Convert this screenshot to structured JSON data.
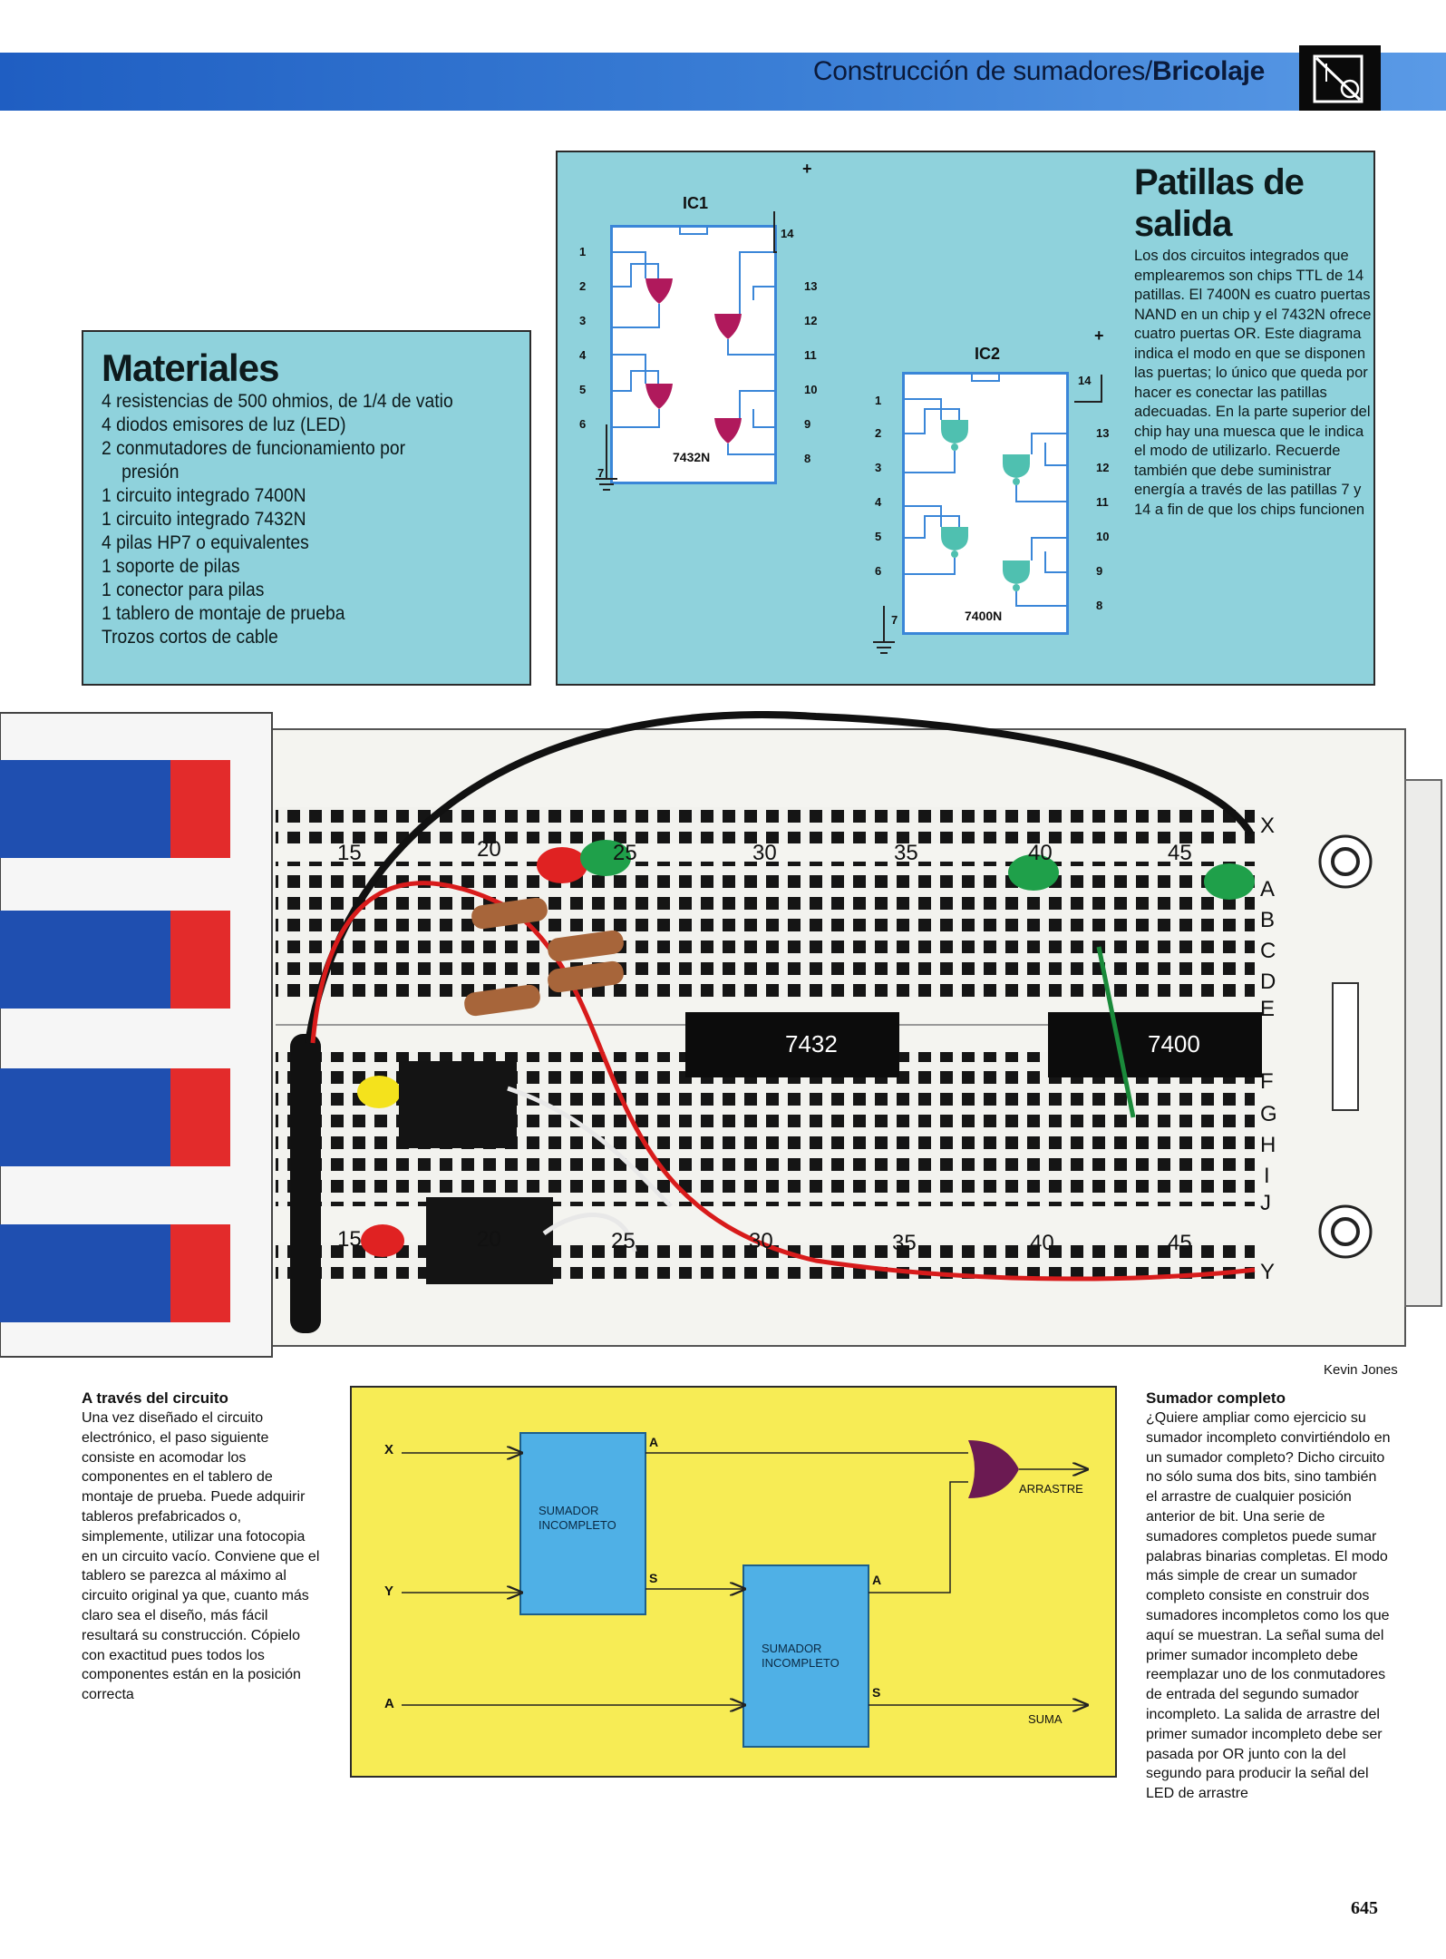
{
  "header": {
    "title_plain": "Construcción de sumadores/",
    "title_bold": "Bricolaje"
  },
  "materiales": {
    "title": "Materiales",
    "items": [
      "4 resistencias de 500 ohmios, de 1/4 de vatio",
      "4 diodos emisores de luz (LED)",
      "2  conmutadores de funcionamiento por",
      "presión",
      "1 circuito integrado 7400N",
      "1 circuito integrado 7432N",
      "4 pilas HP7 o equivalentes",
      "1 soporte de pilas",
      "1 conector para pilas",
      "1 tablero de montaje de prueba",
      "Trozos cortos de cable"
    ]
  },
  "patillas": {
    "title_line1": "Patillas de",
    "title_line2": "salida",
    "text": "Los dos circuitos integrados que emplearemos son chips TTL de 14 patillas. El 7400N es cuatro puertas NAND en un chip y el 7432N ofrece cuatro puertas OR. Este diagrama indica el modo en que se disponen las puertas; lo único que queda por hacer es conectar las patillas adecuadas. En la parte superior del chip hay una muesca que le indica el modo de utilizarlo. Recuerde también que debe suministrar energía a través de las patillas 7 y 14 a fin de que los chips funcionen",
    "ic1": {
      "name": "IC1",
      "part": "7432N"
    },
    "ic2": {
      "name": "IC2",
      "part": "7400N"
    },
    "plus": "+",
    "left_pins": [
      "1",
      "2",
      "3",
      "4",
      "5",
      "6",
      "7"
    ],
    "right_pins": [
      "14",
      "13",
      "12",
      "11",
      "10",
      "9",
      "8"
    ]
  },
  "breadboard": {
    "chip_a": "7432",
    "chip_b": "7400",
    "top_numbers": [
      "15",
      "20",
      "25",
      "30",
      "35",
      "40",
      "45"
    ],
    "bottom_numbers": [
      "15",
      "20",
      "25",
      "30",
      "35",
      "40",
      "45"
    ],
    "row_letters": [
      "X",
      "A",
      "B",
      "C",
      "D",
      "E",
      "F",
      "G",
      "H",
      "I",
      "J",
      "Y"
    ]
  },
  "credit": "Kevin Jones",
  "caption_left": {
    "title": "A través del circuito",
    "text": "Una vez diseñado el circuito electrónico, el paso siguiente consiste en acomodar los componentes en el tablero de montaje de prueba. Puede adquirir tableros prefabricados o, simplemente, utilizar una fotocopia en un circuito vacío. Conviene que el tablero se parezca al máximo al circuito original ya que, cuanto más claro sea el diseño, más fácil resultará su construcción. Cópielo con exactitud pues todos los componentes están en la posición correcta"
  },
  "caption_right": {
    "title": "Sumador completo",
    "text": "¿Quiere ampliar como ejercicio su sumador incompleto convirtiéndolo en un sumador completo? Dicho circuito no sólo suma dos bits, sino también el arrastre de cualquier posición anterior de bit. Una serie de sumadores completos puede sumar palabras binarias completas. El modo más simple de crear un sumador completo consiste en construir dos sumadores incompletos como los que aquí se muestran. La señal suma del primer sumador incompleto debe reemplazar uno de los conmutadores de entrada del segundo sumador incompleto. La salida de arrastre del primer sumador incompleto debe ser pasada por OR junto con la del segundo para producir la señal del LED de arrastre"
  },
  "adder_diagram": {
    "input_x": "X",
    "input_y": "Y",
    "input_a": "A",
    "block1_line1": "SUMADOR",
    "block1_line2": "INCOMPLETO",
    "block2_line1": "SUMADOR",
    "block2_line2": "INCOMPLETO",
    "out_a": "A",
    "out_s": "S",
    "out_a2": "A",
    "out_s2": "S",
    "carry_label": "ARRASTRE",
    "sum_label": "SUMA"
  },
  "page_number": "645",
  "colors": {
    "header_blue": "#2e6fcf",
    "box_cyan": "#8fd2dc",
    "diagram_yellow": "#f7ec55",
    "block_blue": "#4fb0e6",
    "gate_or": "#b0195c",
    "gate_nand": "#4fc0b0"
  }
}
